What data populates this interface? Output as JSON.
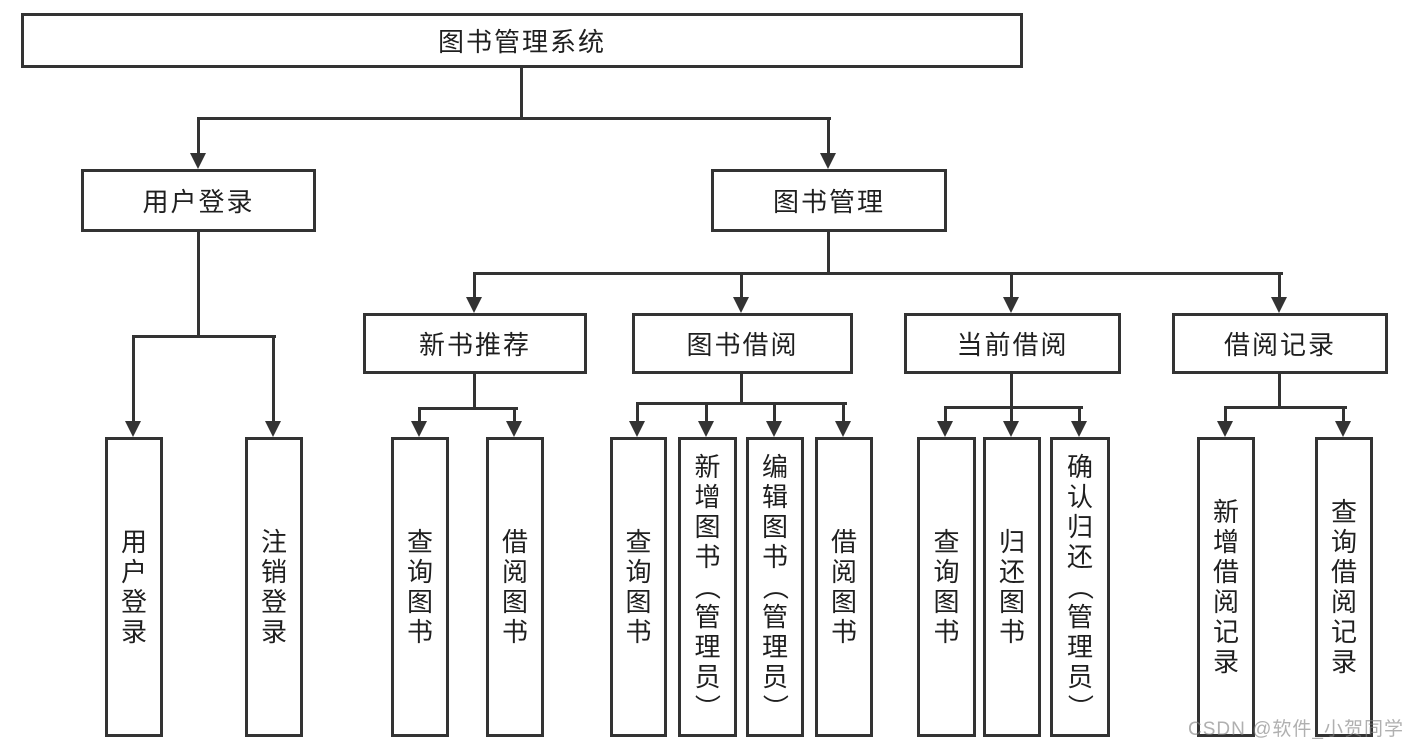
{
  "diagram": {
    "root": {
      "label": "图书管理系统",
      "children": [
        {
          "label": "用户登录",
          "children": [
            {
              "label": "用户登录"
            },
            {
              "label": "注销登录"
            }
          ]
        },
        {
          "label": "图书管理",
          "children": [
            {
              "label": "新书推荐",
              "children": [
                {
                  "label": "查询图书"
                },
                {
                  "label": "借阅图书"
                }
              ]
            },
            {
              "label": "图书借阅",
              "children": [
                {
                  "label": "查询图书"
                },
                {
                  "label": "新增图书（管理员）"
                },
                {
                  "label": "编辑图书（管理员）"
                },
                {
                  "label": "借阅图书"
                }
              ]
            },
            {
              "label": "当前借阅",
              "children": [
                {
                  "label": "查询图书"
                },
                {
                  "label": "归还图书"
                },
                {
                  "label": "确认归还（管理员）"
                }
              ]
            },
            {
              "label": "借阅记录",
              "children": [
                {
                  "label": "新增借阅记录"
                },
                {
                  "label": "查询借阅记录"
                }
              ]
            }
          ]
        }
      ]
    }
  },
  "watermark": {
    "text": "CSDN @软件_小贺同学"
  },
  "colors": {
    "line": "#333333",
    "box_border": "#333333",
    "background": "#ffffff",
    "watermark": "#808080"
  }
}
